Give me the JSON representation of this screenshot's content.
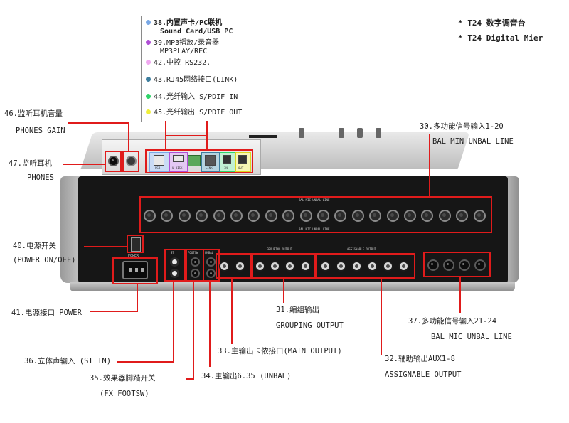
{
  "titles": {
    "line1": "* T24 数字调音台",
    "line2": "* T24 Digital Mier"
  },
  "legend": {
    "items": [
      {
        "l1": "38.内置声卡/PC联机",
        "l2": "Sound Card/USB PC",
        "color": "#79a8e6"
      },
      {
        "l1": "39.MP3播放/录音器",
        "l2": "MP3PLAY/REC",
        "color": "#b04fd6"
      },
      {
        "l1": "42.中控 RS232.",
        "l2": "",
        "color": "#f0a8f0"
      },
      {
        "l1": "43.RJ45网络接口(LINK)",
        "l2": "",
        "color": "#3e7e9e"
      },
      {
        "l1": "44.光纤输入 S/PDIF IN",
        "l2": "",
        "color": "#2fd46a"
      },
      {
        "l1": "45.光纤输出 S/PDIF OUT",
        "l2": "",
        "color": "#f0ef3a"
      }
    ]
  },
  "callouts": {
    "c46_l1": "46.监听耳机音量",
    "c46_l2": "PHONES GAIN",
    "c47_l1": "47.监听耳机",
    "c47_l2": "PHONES",
    "c40_l1": "40.电源开关",
    "c40_l2": "(POWER ON/OFF)",
    "c41_l1": "41.电源接口 POWER",
    "c30_l1": "30.多功能信号输入1-20",
    "c30_l2": "BAL MIN UNBAL LINE",
    "c31_l1": "31.编组输出",
    "c31_l2": "GROUPING OUTPUT",
    "c37_l1": "37.多功能信号输入21-24",
    "c37_l2": "BAL MIC UNBAL LINE",
    "c33_l1": "33.主输出卡侬接口(MAIN OUTPUT)",
    "c36_l1": "36.立体声输入 (ST IN)",
    "c32_l1": "32.辅助输出AUX1-8",
    "c32_l2": "ASSIGNABLE OUTPUT",
    "c35_l1": "35.效果器脚踏开关",
    "c35_l2": "(FX FOOTSW)",
    "c34_l1": "34.主输出6.35 (UNBAL)"
  },
  "panel": {
    "strip_top": "BAL MIC UNBAL LINE",
    "strip_bottom": "BAL MIC UNBAL LINE",
    "grouping": "GROUPING OUTPUT",
    "assignable": "ASSIGNABLE OUTPUT",
    "power": "POWER",
    "st": "ST",
    "footsw": "FOOTSW",
    "unbal": "UNBAL",
    "ports": [
      "USB",
      "U DISK",
      "",
      "LINK",
      "IN",
      "OUT"
    ]
  },
  "colors": {
    "callout_red": "#e01b1b",
    "panel_black": "#161616",
    "chassis_grey": "#b5b5b5"
  }
}
